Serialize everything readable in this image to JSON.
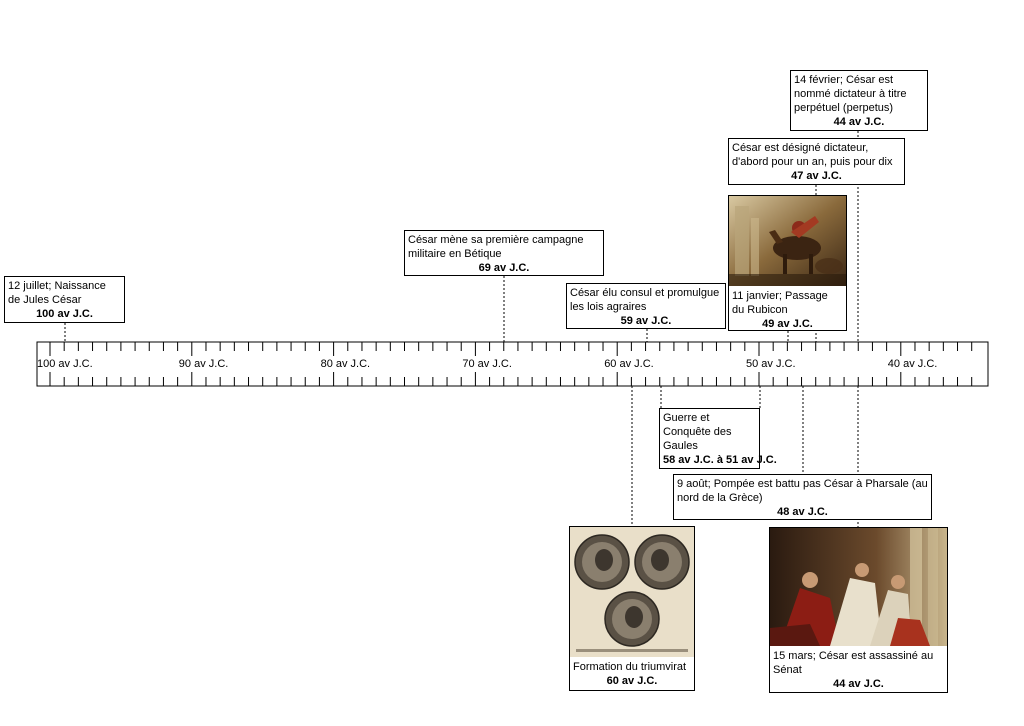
{
  "axis": {
    "labels": [
      "100 av J.C.",
      "90 av J.C.",
      "80 av J.C.",
      "70 av J.C.",
      "60 av J.C.",
      "50 av J.C.",
      "40 av J.C."
    ]
  },
  "events": [
    {
      "id": "naissance",
      "desc": "12 juillet; Naissance de Jules César",
      "date": "100 av J.C."
    },
    {
      "id": "betique",
      "desc": "César mène sa première campagne militaire en Bétique",
      "date": "69 av J.C."
    },
    {
      "id": "consul",
      "desc": "César élu consul et promulgue les lois agraires",
      "date": "59 av J.C."
    },
    {
      "id": "rubicon",
      "desc": "11 janvier; Passage du Rubicon",
      "date": "49 av J.C."
    },
    {
      "id": "dictateur",
      "desc": "César est désigné dictateur, d'abord pour un an, puis pour dix",
      "date": "47 av J.C."
    },
    {
      "id": "perpetuel",
      "desc": "14 février; César est nommé dictateur à titre perpétuel (perpetus)",
      "date": "44 av J.C."
    },
    {
      "id": "gaules",
      "desc": "Guerre et Conquête des Gaules",
      "date": "58 av J.C. à 51 av J.C."
    },
    {
      "id": "pharsale",
      "desc": "9 août; Pompée est battu pas César à Pharsale (au nord de la Grèce)",
      "date": "48 av J.C."
    },
    {
      "id": "triumvirat",
      "desc": "Formation du triumvirat",
      "date": "60 av J.C."
    },
    {
      "id": "assassinat",
      "desc": "15 mars; César est assassiné au Sénat",
      "date": "44 av J.C."
    }
  ]
}
